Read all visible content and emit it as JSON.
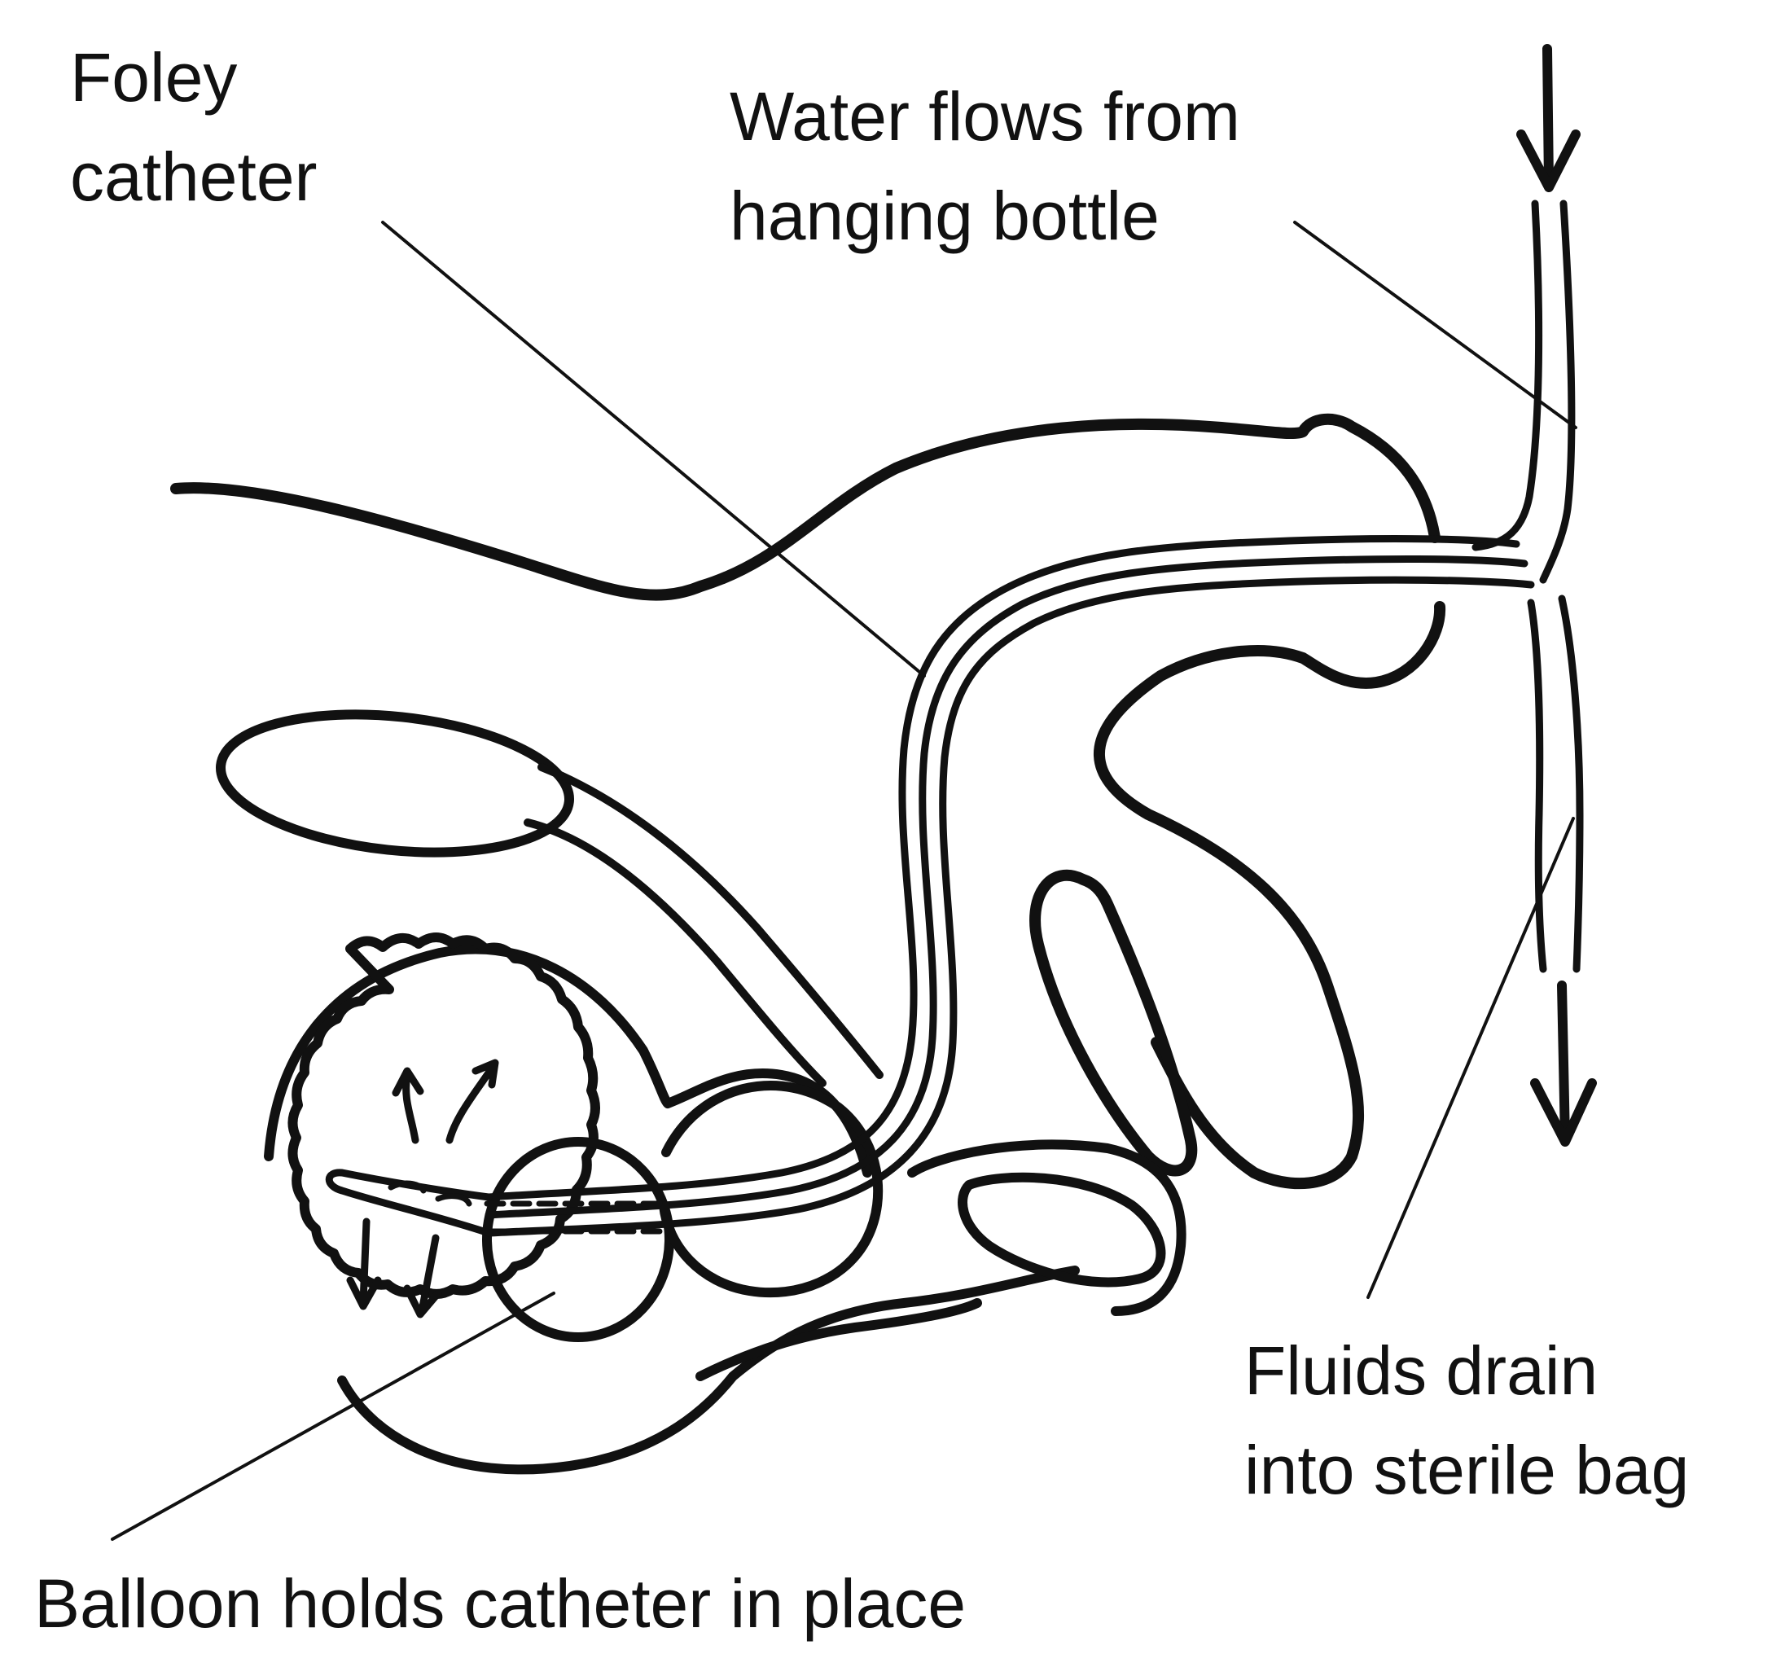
{
  "labels": {
    "foley_catheter": {
      "line1": "Foley",
      "line2": "catheter"
    },
    "water_flows": {
      "line1": "Water flows from",
      "line2": "hanging bottle"
    },
    "fluids_drain": {
      "line1": "Fluids drain",
      "line2": "into sterile bag"
    },
    "balloon": {
      "line1": "Balloon holds catheter in place"
    }
  },
  "colors": {
    "ink": "#111111",
    "background": "#ffffff"
  }
}
